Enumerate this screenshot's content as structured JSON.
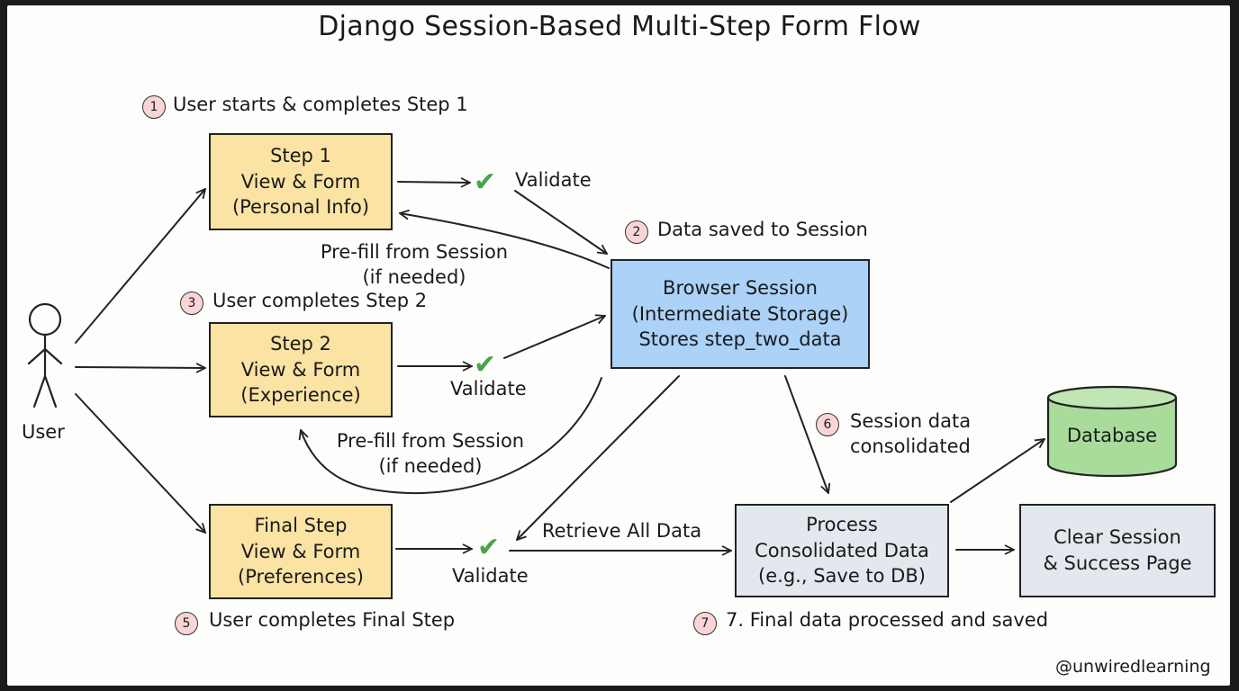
{
  "title": "Django Session-Based Multi-Step Form Flow",
  "actor": {
    "label": "User"
  },
  "steps": {
    "step1": {
      "lines": [
        "Step 1",
        "View & Form",
        "(Personal Info)"
      ]
    },
    "step2": {
      "lines": [
        "Step 2",
        "View & Form",
        "(Experience)"
      ]
    },
    "final": {
      "lines": [
        "Final Step",
        "View & Form",
        "(Preferences)"
      ]
    }
  },
  "session": {
    "lines": [
      "Browser Session",
      "(Intermediate Storage)",
      "Stores step_two_data"
    ]
  },
  "process": {
    "lines": [
      "Process",
      "Consolidated Data",
      "(e.g., Save to DB)"
    ]
  },
  "clear": {
    "lines": [
      "Clear Session",
      "& Success Page"
    ]
  },
  "database": {
    "label": "Database"
  },
  "annotations": {
    "s1": {
      "num": "1",
      "text": "User starts & completes Step 1"
    },
    "s2": {
      "num": "2",
      "text": "Data saved to Session"
    },
    "s3": {
      "num": "3",
      "text": "User completes Step 2"
    },
    "s5": {
      "num": "5",
      "text": "User completes Final Step"
    },
    "s6": {
      "num": "6",
      "text": [
        "Session data",
        "consolidated"
      ]
    },
    "s7": {
      "num": "7",
      "text": "7. Final data processed and saved"
    }
  },
  "validate": "Validate",
  "check_glyph": "✔",
  "prefill": [
    "Pre-fill from Session",
    "(if needed)"
  ],
  "retrieve": "Retrieve All Data",
  "handle": "@unwiredlearning",
  "colors": {
    "step_box": "#fbe3a3",
    "session_box": "#acd2f8",
    "process_box": "#e3e8ee",
    "database": "#a9dc9b",
    "badge": "#f9d5d6",
    "check": "#4aa34a"
  }
}
